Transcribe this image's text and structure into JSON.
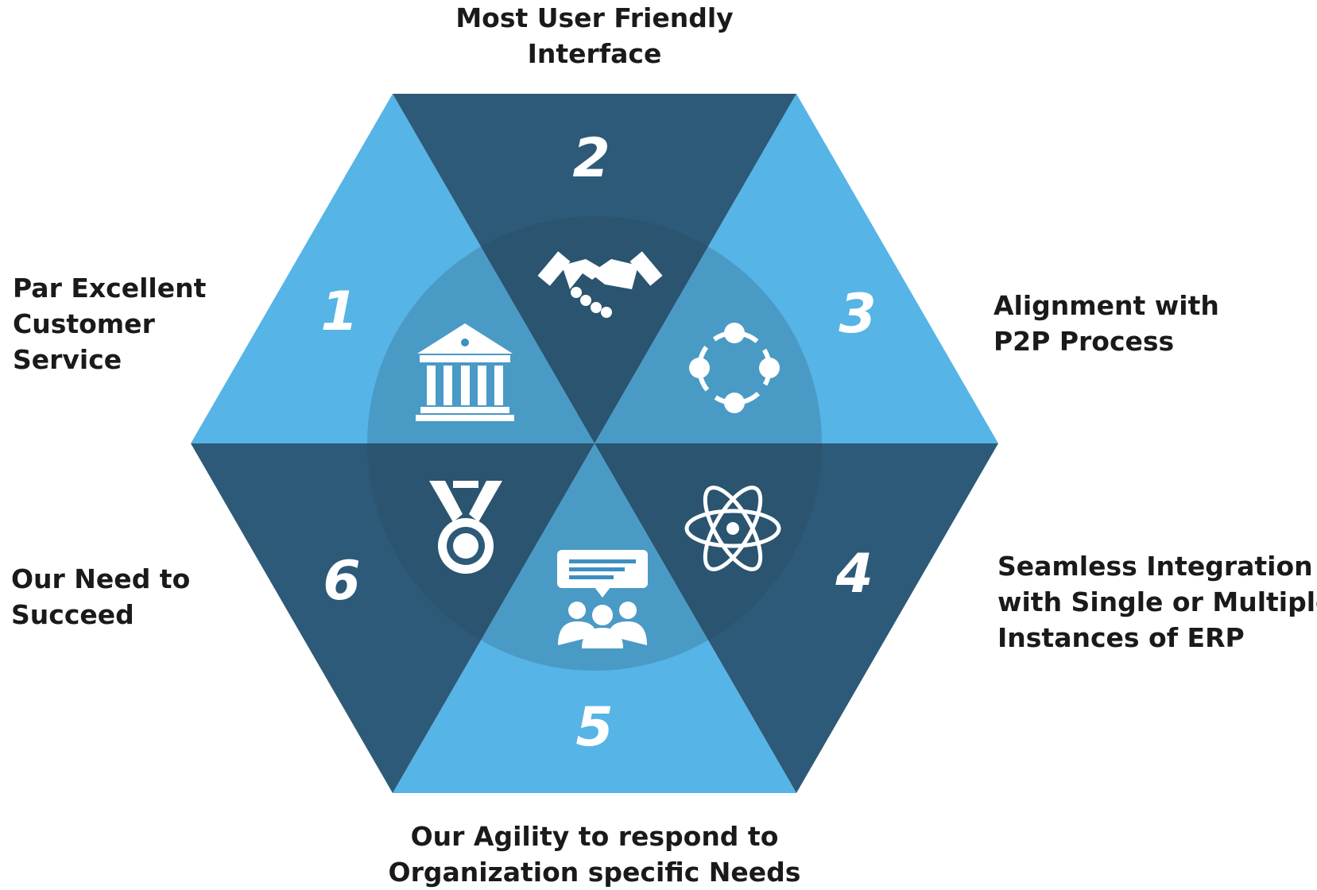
{
  "colors": {
    "light_blue": "#56b4e6",
    "dark_blue": "#2d5a78",
    "center_circle": "#1e3f55",
    "icon": "#ffffff"
  },
  "segments": [
    {
      "number": "1",
      "icon": "bank-building-icon",
      "caption": [
        "Par Excellent",
        "Customer",
        "Service"
      ]
    },
    {
      "number": "2",
      "icon": "handshake-icon",
      "caption": [
        "Most User Friendly",
        "Interface"
      ]
    },
    {
      "number": "3",
      "icon": "cycle-nodes-icon",
      "caption": [
        "Alignment with",
        "P2P Process"
      ]
    },
    {
      "number": "4",
      "icon": "atom-icon",
      "caption": [
        "Seamless Integration",
        "with Single or Multiple",
        "Instances of ERP"
      ]
    },
    {
      "number": "5",
      "icon": "team-discussion-icon",
      "caption": [
        "Our Agility to respond to",
        "Organization specific Needs"
      ]
    },
    {
      "number": "6",
      "icon": "medal-icon",
      "caption": [
        "Our Need to",
        "Succeed"
      ]
    }
  ]
}
